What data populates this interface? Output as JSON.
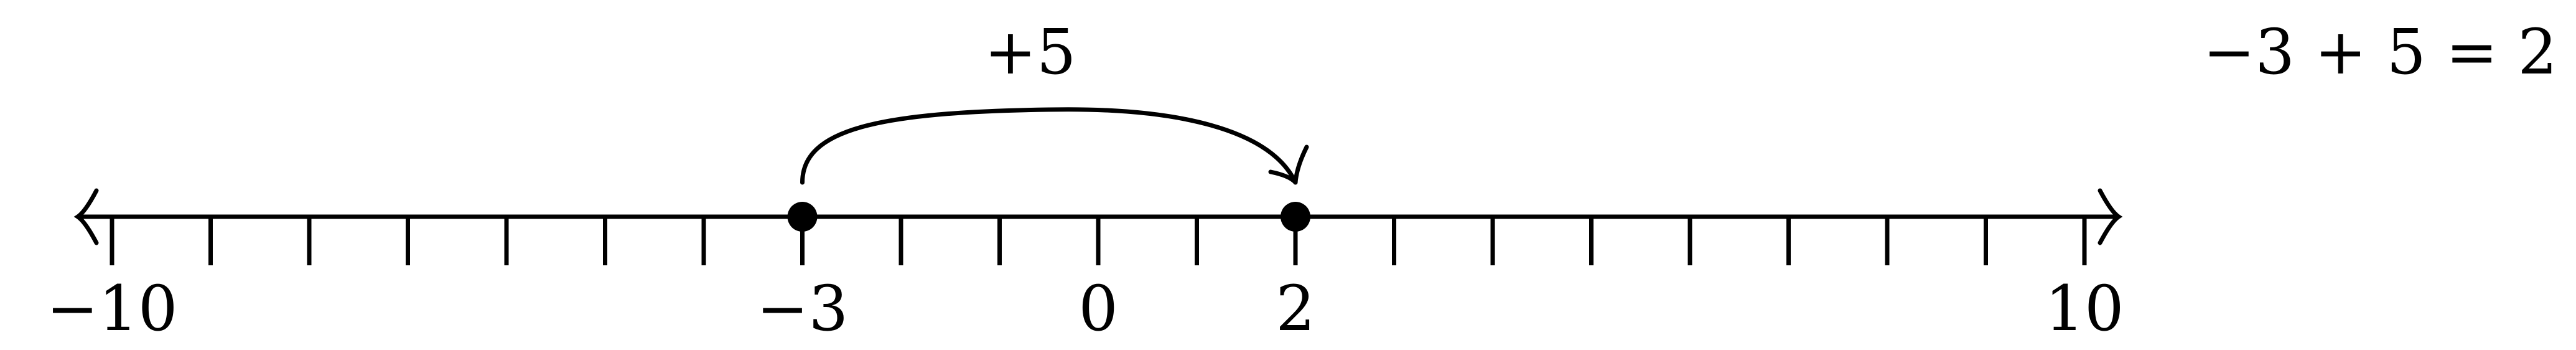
{
  "number_line": {
    "min": -10,
    "max": 10,
    "tick_step": 1,
    "labeled_ticks": [
      {
        "value": -10,
        "label": "−10"
      },
      {
        "value": -3,
        "label": "−3"
      },
      {
        "value": 0,
        "label": "0"
      },
      {
        "value": 2,
        "label": "2"
      },
      {
        "value": 10,
        "label": "10"
      }
    ],
    "arrows_both_ends": true
  },
  "points": [
    {
      "value": -3,
      "role": "start"
    },
    {
      "value": 2,
      "role": "end"
    }
  ],
  "jump": {
    "from": -3,
    "to": 2,
    "label": "+5"
  },
  "equation": "−3 + 5 = 2",
  "colors": {
    "ink": "#000000",
    "background": "#ffffff"
  }
}
